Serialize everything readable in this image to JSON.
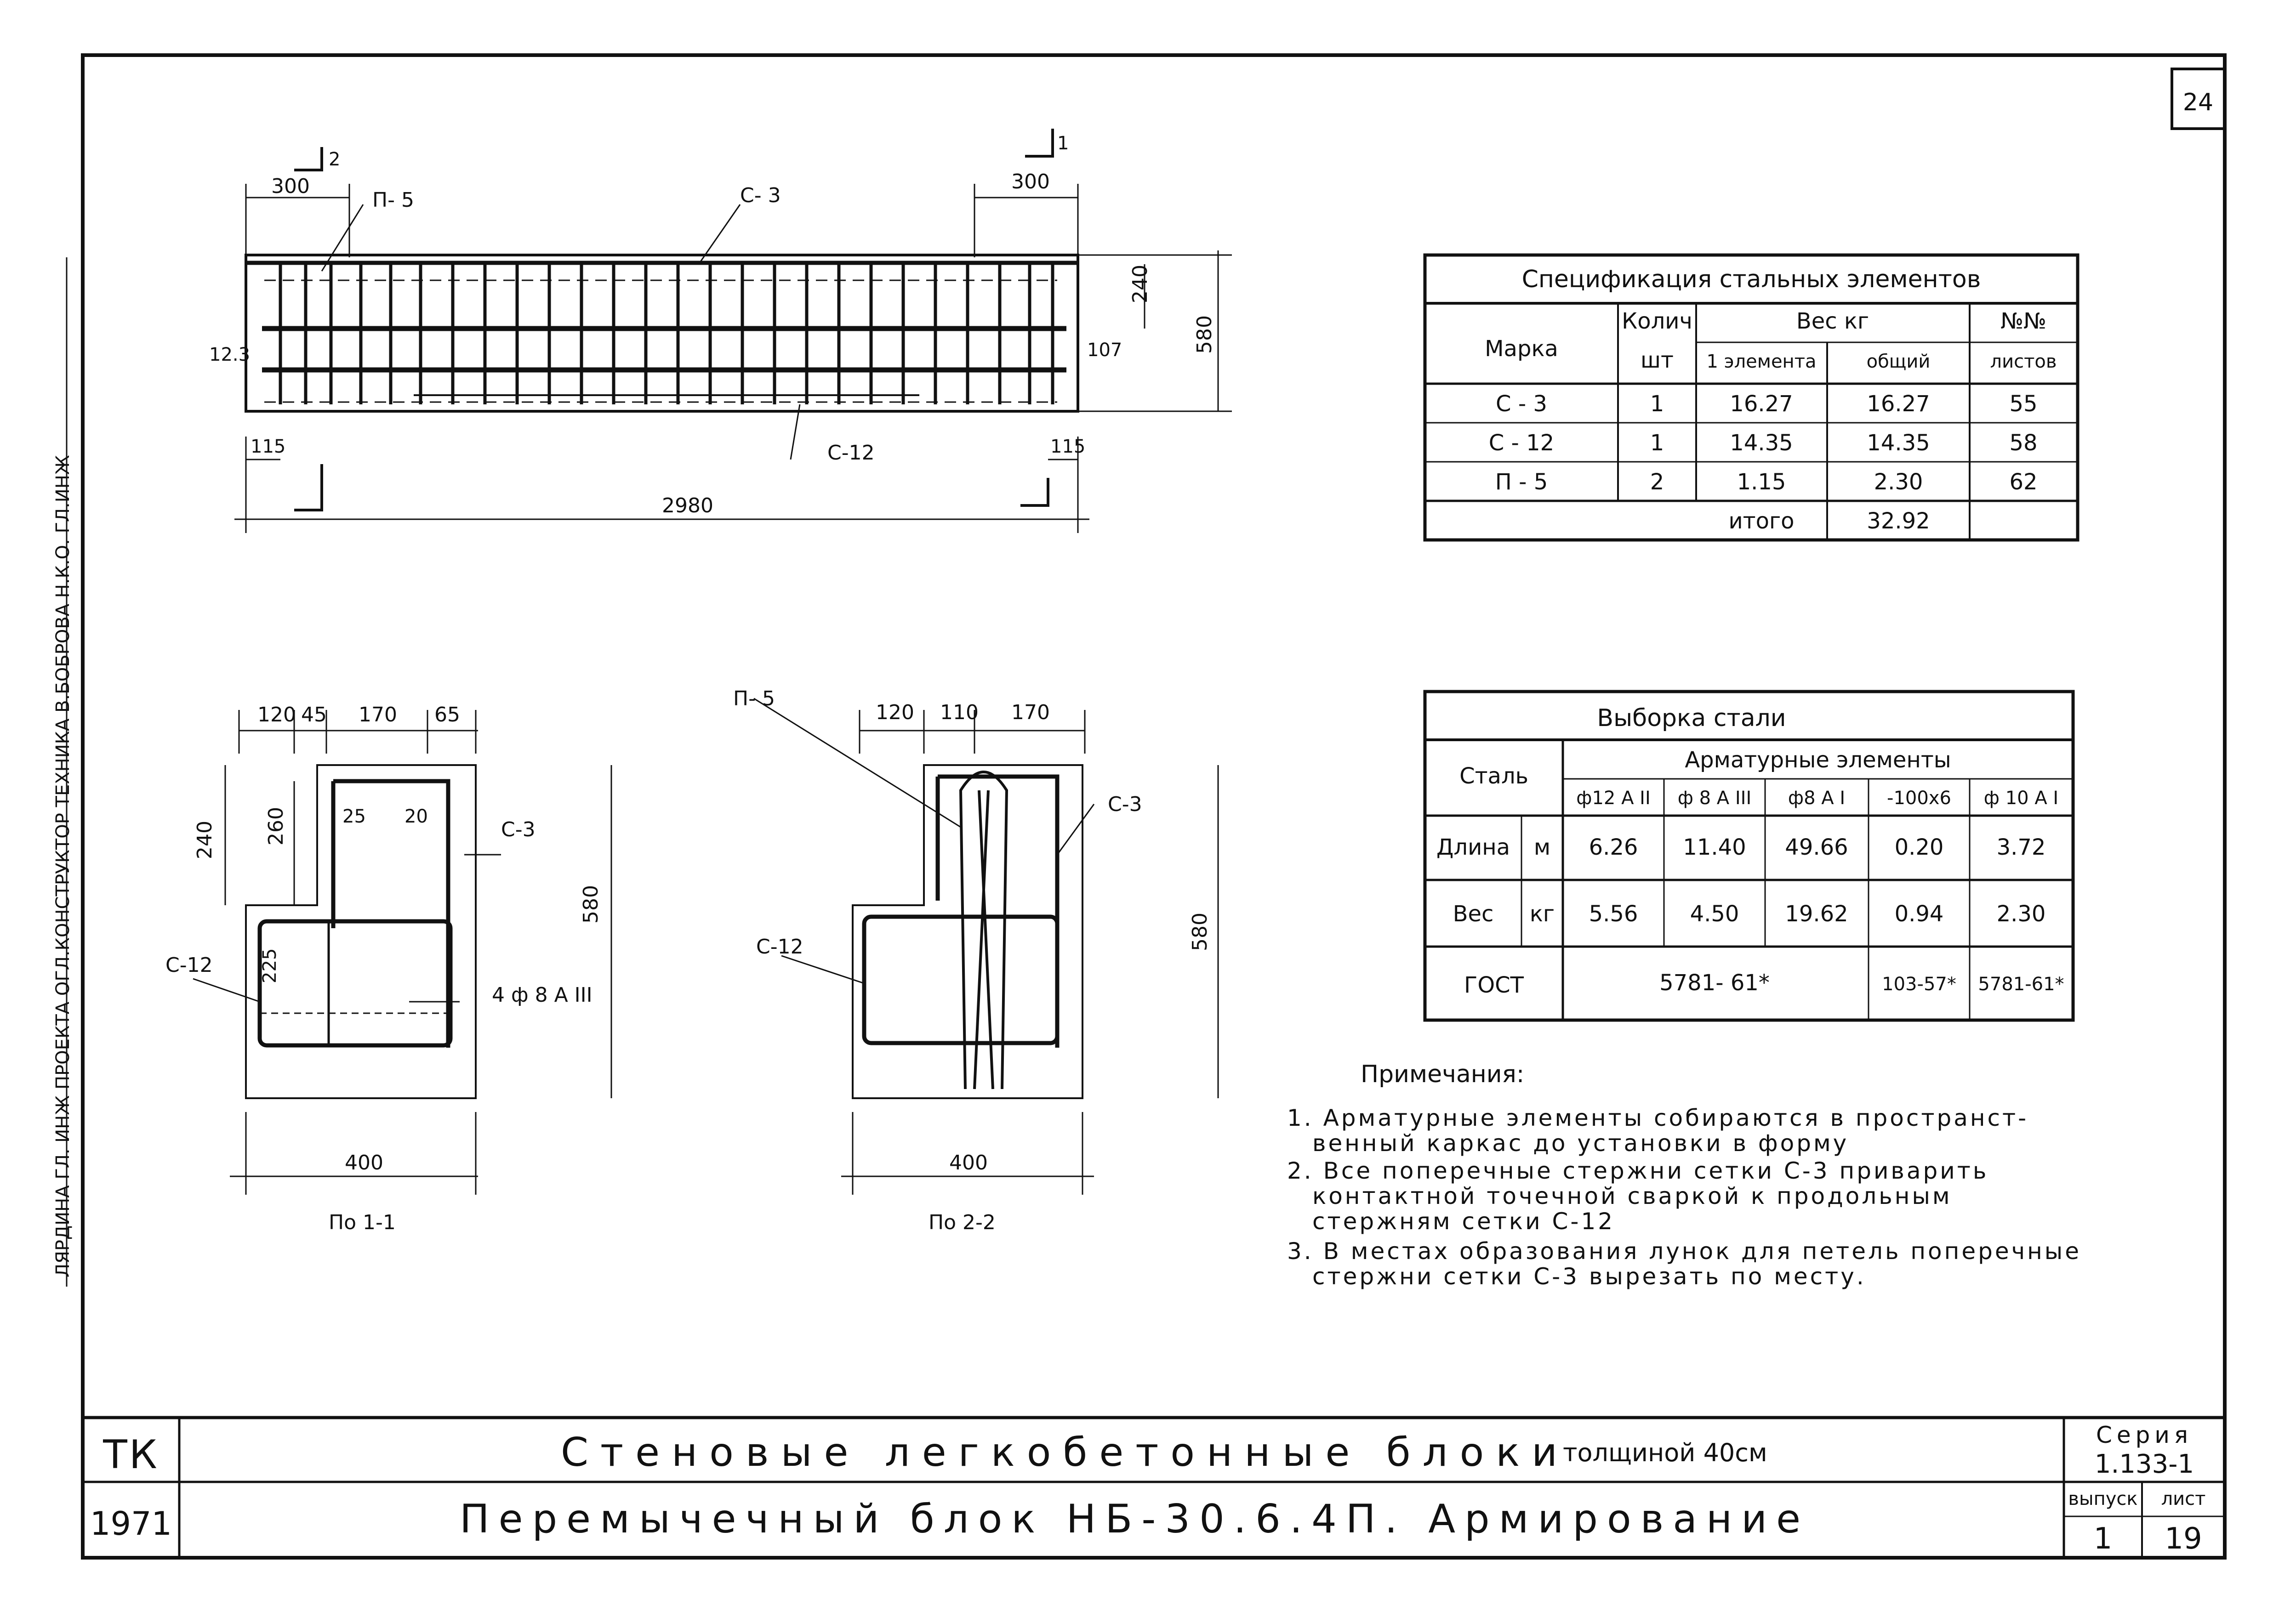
{
  "sheet": {
    "number": "24"
  },
  "side_stamp": {
    "text": "ЛЯРДИНА   ГЛ. ИНЖ ПРОЕКТА   ОГЛ.КОНСТРУКТОР   ТЕХНИКА   В.БОБРОВА   Н.К.О.   ГЛ.ИНЖ"
  },
  "plan": {
    "left_dim": "300",
    "right_dim": "300",
    "p5": "П- 5",
    "c3": "С- 3",
    "c12": "С-12",
    "h240": "240",
    "h580": "580",
    "left123": "12.3",
    "right107": "107",
    "left115": "115",
    "right115": "115",
    "length": "2980",
    "sec1": "1",
    "sec2": "2"
  },
  "section1": {
    "d120": "120",
    "d45": "45",
    "d170": "170",
    "d65": "65",
    "h240": "240",
    "h260": "260",
    "d25": "25",
    "d20": "20",
    "c3": "С-3",
    "c12": "С-12",
    "d225": "225",
    "h580": "580",
    "bars": "4 ф 8 А III",
    "width": "400",
    "title": "По 1-1"
  },
  "section2": {
    "p5": "П- 5",
    "d120": "120",
    "d110": "110",
    "d170": "170",
    "c3": "С-3",
    "c12": "С-12",
    "h580": "580",
    "width": "400",
    "title": "По 2-2"
  },
  "spec_table": {
    "title": "Спецификация стальных элементов",
    "h_mark": "Марка",
    "h_count": "Колич",
    "h_count_unit": "шт",
    "h_weight": "Вес кг",
    "h_w_one": "1 элемента",
    "h_w_total": "общий",
    "h_sheet": "№№",
    "h_sheet2": "листов",
    "rows": [
      {
        "mark": "С - 3",
        "count": "1",
        "one": "16.27",
        "total": "16.27",
        "sheet": "55"
      },
      {
        "mark": "С - 12",
        "count": "1",
        "one": "14.35",
        "total": "14.35",
        "sheet": "58"
      },
      {
        "mark": "П - 5",
        "count": "2",
        "one": "1.15",
        "total": "2.30",
        "sheet": "62"
      }
    ],
    "total_label": "итого",
    "total_value": "32.92"
  },
  "steel_table": {
    "title": "Выборка стали",
    "h_steel": "Сталь",
    "h_elements": "Арматурные элементы",
    "cols": [
      "ф12 А II",
      "ф 8 А III",
      "ф8 А I",
      "-100х6",
      "ф 10 А I"
    ],
    "length_label": "Длина",
    "length_unit": "м",
    "length": [
      "6.26",
      "11.40",
      "49.66",
      "0.20",
      "3.72"
    ],
    "weight_label": "Вес",
    "weight_unit": "кг",
    "weight": [
      "5.56",
      "4.50",
      "19.62",
      "0.94",
      "2.30"
    ],
    "gost_label": "ГОСТ",
    "gost1": "5781- 61*",
    "gost2": "103-57*",
    "gost3": "5781-61*"
  },
  "notes": {
    "heading": "Примечания:",
    "n1a": "1. Арматурные элементы собираются в пространст-",
    "n1b": "венный каркас до установки в форму",
    "n2a": "2. Все поперечные стержни сетки С-3 приварить",
    "n2b": "контактной точечной сваркой к продольным",
    "n2c": "стержням сетки С-12",
    "n3a": "3. В местах образования лунок для петель поперечные",
    "n3b": "стержни сетки С-3 вырезать по месту."
  },
  "title_block": {
    "org": "ТК",
    "year": "1971",
    "line1": "Стеновые легкобетонные блоки",
    "line1_small": "толщиной 40см",
    "line2": "Перемычечный блок НБ-30.6.4П. Армирование",
    "series_label": "Серия",
    "series_value": "1.133-1",
    "issue_label": "выпуск",
    "issue_value": "1",
    "sheet_label": "лист",
    "sheet_value": "19"
  }
}
